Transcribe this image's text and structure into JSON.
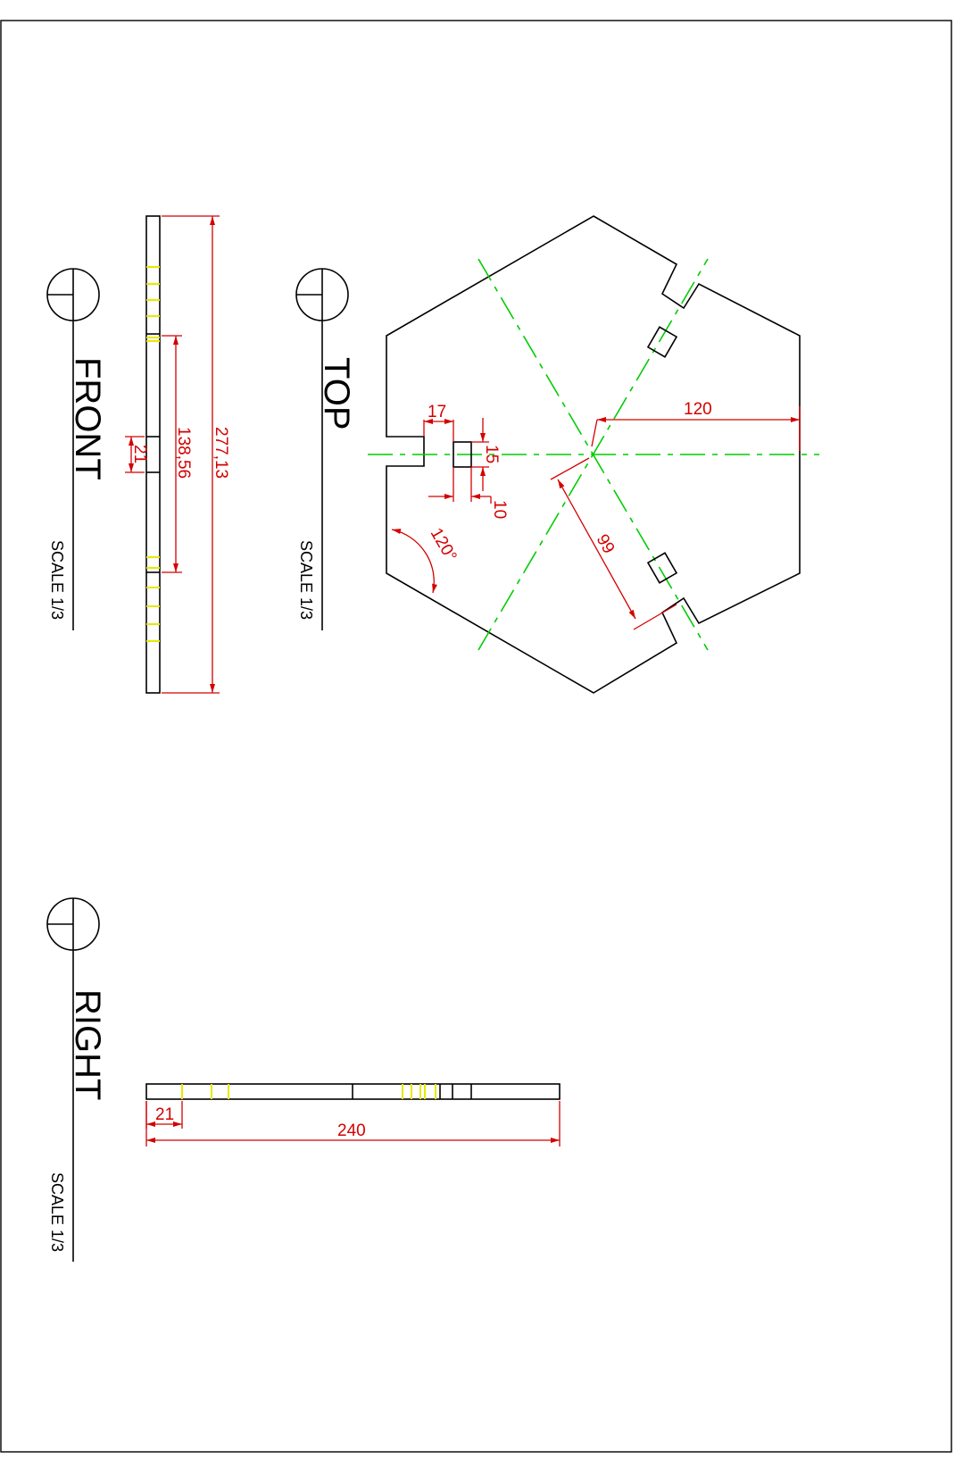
{
  "views": {
    "front": {
      "title": "FRONT",
      "scale": "SCALE 1/3"
    },
    "top": {
      "title": "TOP",
      "scale": "SCALE 1/3"
    },
    "right": {
      "title": "RIGHT",
      "scale": "SCALE 1/3"
    }
  },
  "dimensions": {
    "front_overall": "277,13",
    "front_span": "138,56",
    "front_slot": "21",
    "top_radius": "120",
    "top_apothem": "99",
    "top_slot_width": "17",
    "top_slot_depth": "15",
    "top_slot_offset": "10",
    "top_angle": "120°",
    "right_overall": "240",
    "right_slot": "21"
  },
  "colors": {
    "object": "#000000",
    "dimension": "#d40000",
    "centerline": "#00cc00",
    "hidden": "#e8e800"
  }
}
